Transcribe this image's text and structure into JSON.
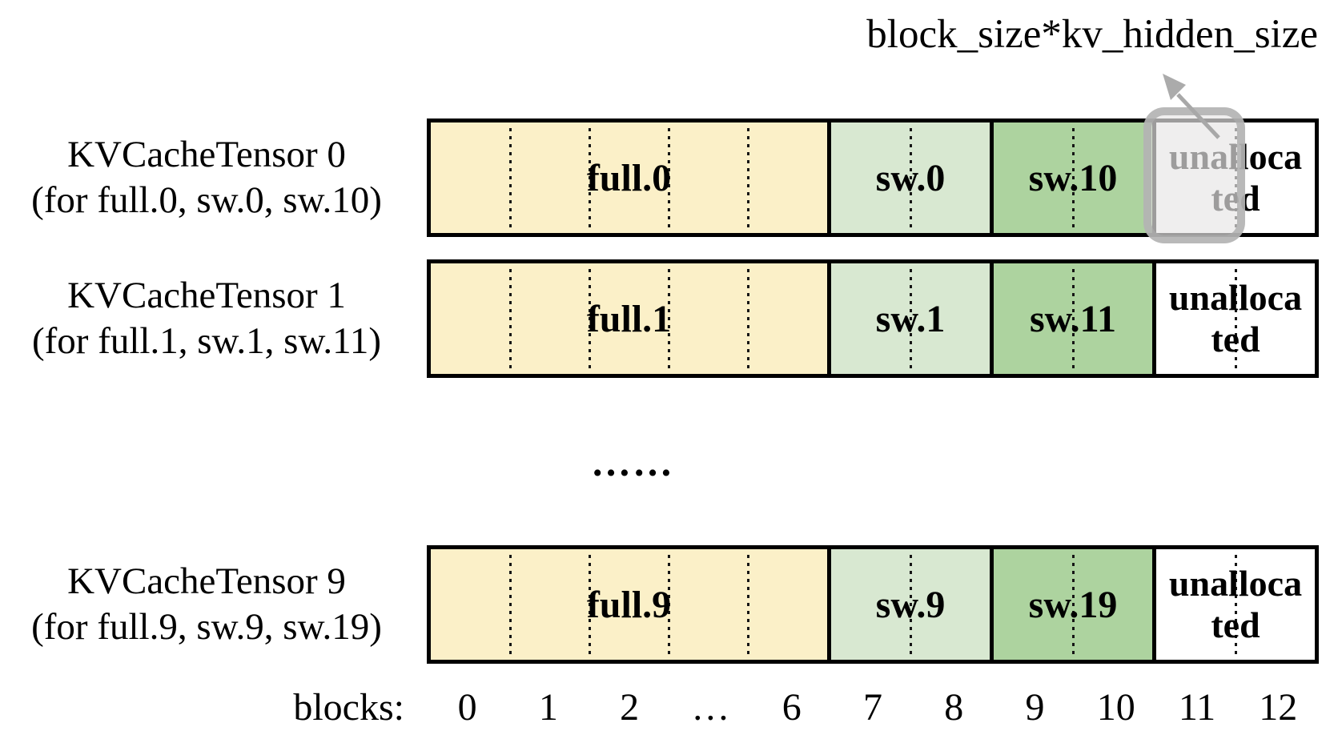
{
  "annotation": {
    "label": "block_size*kv_hidden_size"
  },
  "separator": {
    "dots": "……"
  },
  "rows": [
    {
      "title": "KVCacheTensor 0",
      "subtitle": "(for full.0, sw.0, sw.10)",
      "sections": {
        "full": "full.0",
        "sw": "sw.0",
        "sw2": "sw.10",
        "unallocated_lines": [
          "unalloca",
          "ted"
        ]
      }
    },
    {
      "title": "KVCacheTensor 1",
      "subtitle": "(for full.1, sw.1, sw.11)",
      "sections": {
        "full": "full.1",
        "sw": "sw.1",
        "sw2": "sw.11",
        "unallocated_lines": [
          "unalloca",
          "ted"
        ]
      }
    },
    {
      "title": "KVCacheTensor 9",
      "subtitle": "(for full.9, sw.9, sw.19)",
      "sections": {
        "full": "full.9",
        "sw": "sw.9",
        "sw2": "sw.19",
        "unallocated_lines": [
          "unalloca",
          "ted"
        ]
      }
    }
  ],
  "axis": {
    "label": "blocks:",
    "ticks": [
      "0",
      "1",
      "2",
      "…",
      "6",
      "7",
      "8",
      "9",
      "10",
      "11",
      "12"
    ]
  },
  "colors": {
    "full_fill": "#FBF0C8",
    "sw_fill": "#D8E8D1",
    "sw2_fill": "#ADD39F",
    "unallocated_fill": "#FFFFFF",
    "border": "#000000",
    "highlight_fill": "#E7E6E6",
    "highlight_border": "#AAAAAA",
    "arrow": "#A8A8A8"
  }
}
